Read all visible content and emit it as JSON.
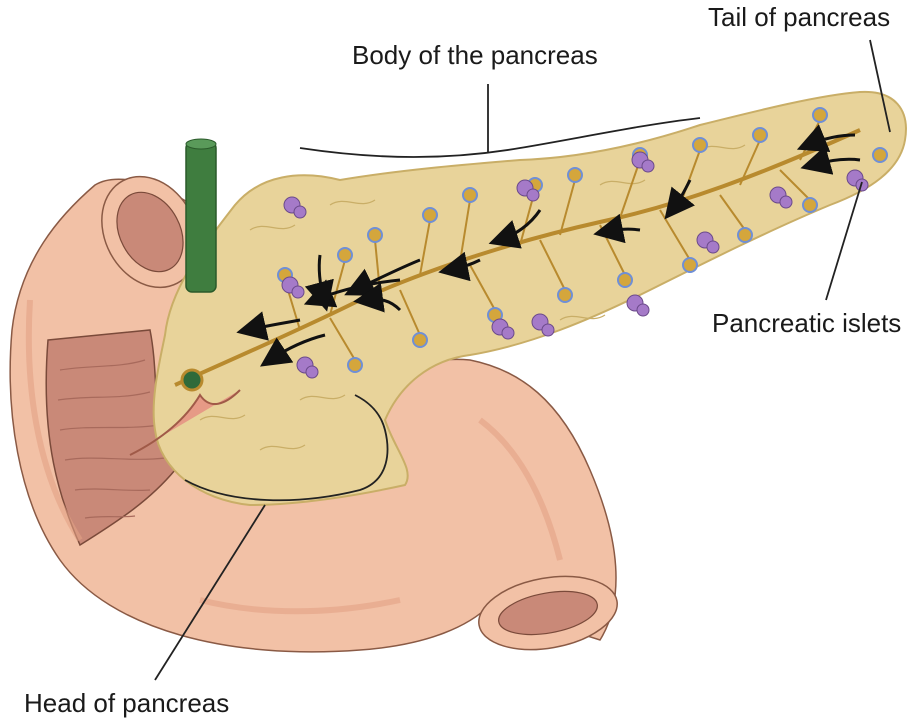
{
  "labels": {
    "body": "Body of the pancreas",
    "tail": "Tail of pancreas",
    "islets": "Pancreatic islets",
    "head": "Head of pancreas"
  },
  "colors": {
    "background": "#ffffff",
    "duodenum": "#f2c1a6",
    "duodenum_shadow": "#e2a286",
    "duodenum_inner": "#c98978",
    "pancreas": "#e8d39a",
    "pancreas_edge": "#c9ae67",
    "duct": "#b88a2e",
    "acini": "#d4a63c",
    "acini_rim": "#6f8fd6",
    "islets": "#a57ac8",
    "vessel": "#3f7d3f",
    "arrow": "#111111",
    "leader": "#222222"
  }
}
